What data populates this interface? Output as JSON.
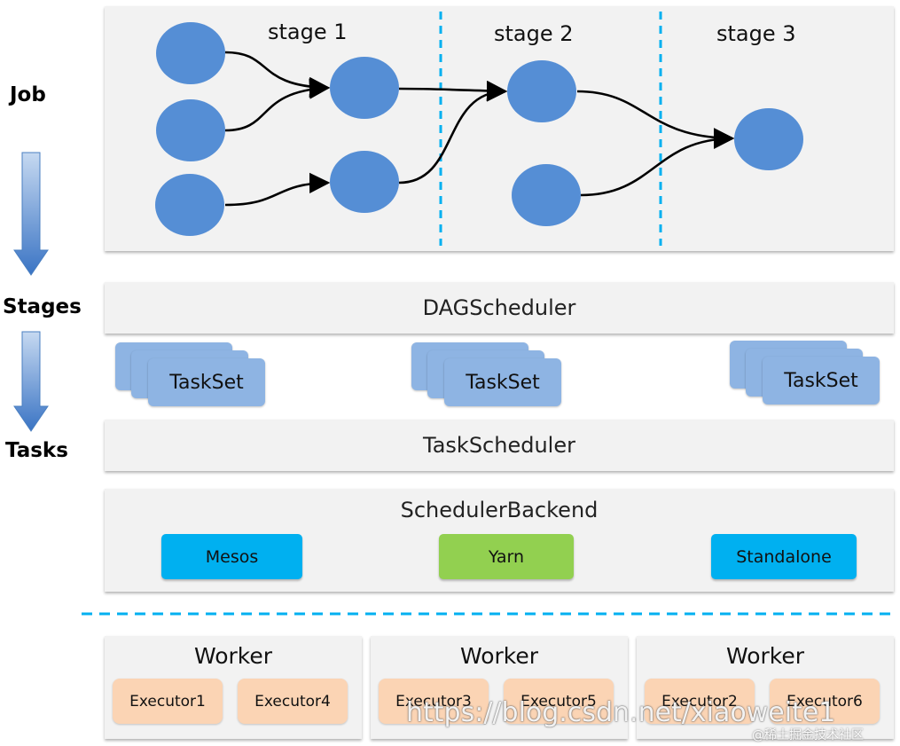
{
  "left_labels": {
    "job": "Job",
    "stages": "Stages",
    "tasks": "Tasks"
  },
  "job": {
    "stage_labels": [
      "stage 1",
      "stage 2",
      "stage 3"
    ]
  },
  "dag_scheduler": {
    "label": "DAGScheduler"
  },
  "tasksets": [
    "TaskSet",
    "TaskSet",
    "TaskSet"
  ],
  "task_scheduler": {
    "label": "TaskScheduler"
  },
  "scheduler_backend": {
    "label": "SchedulerBackend",
    "options": [
      {
        "label": "Mesos",
        "color": "#00b0f0"
      },
      {
        "label": "Yarn",
        "color": "#92d050"
      },
      {
        "label": "Standalone",
        "color": "#00b0f0"
      }
    ]
  },
  "workers": [
    {
      "title": "Worker",
      "executors": [
        "Executor1",
        "Executor4"
      ]
    },
    {
      "title": "Worker",
      "executors": [
        "Executor3",
        "Executor5"
      ]
    },
    {
      "title": "Worker",
      "executors": [
        "Executor2",
        "Executor6"
      ]
    }
  ],
  "watermark": {
    "url": "https://blog.csdn.net/xiaoweite1",
    "community": "@稀土掘金技术社区"
  },
  "colors": {
    "node": "#558ed5",
    "divider": "#00b0f0",
    "panel": "#f2f2f2",
    "arrow_top": "#c6d9f1",
    "arrow_bottom": "#3a74c4"
  }
}
